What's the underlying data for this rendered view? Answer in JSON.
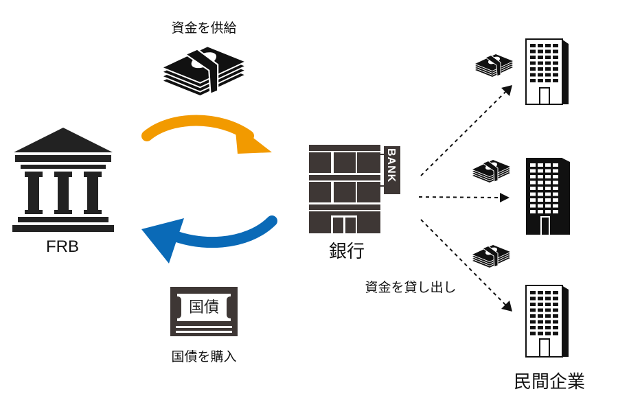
{
  "labels": {
    "supply_funds": "資金を供給",
    "frb": "FRB",
    "bank": "銀行",
    "bank_sign": "BANK",
    "bond": "国債",
    "buy_bonds": "国債を購入",
    "lend_funds": "資金を貸し出し",
    "private_companies": "民間企業"
  },
  "colors": {
    "supply_arrow": "#f29a00",
    "purchase_arrow": "#0a6ab7",
    "bank_building": "#3e3735",
    "icon_dark": "#111111"
  },
  "icons": [
    "central-bank-icon",
    "money-stack-icon",
    "bond-certificate-icon",
    "bank-building-icon",
    "office-building-icon"
  ]
}
